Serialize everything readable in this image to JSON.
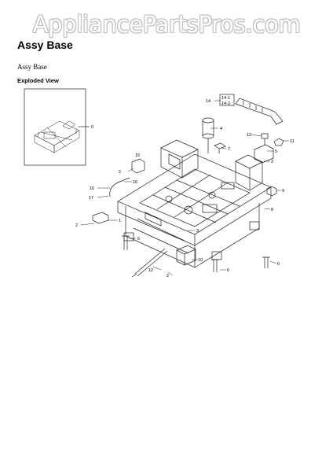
{
  "watermark": "AppliancePartsPros.com",
  "page_title": "Assy Base",
  "subtitle": "Assy Base",
  "section_heading": "Exploded View",
  "callouts": [
    "0",
    "14",
    "14-1",
    "14-2",
    "4",
    "12",
    "11",
    "7",
    "5",
    "15",
    "2",
    "16",
    "16",
    "17",
    "1",
    "2",
    "6",
    "3",
    "10",
    "12",
    "2",
    "6",
    "6",
    "9",
    "8",
    "2"
  ]
}
